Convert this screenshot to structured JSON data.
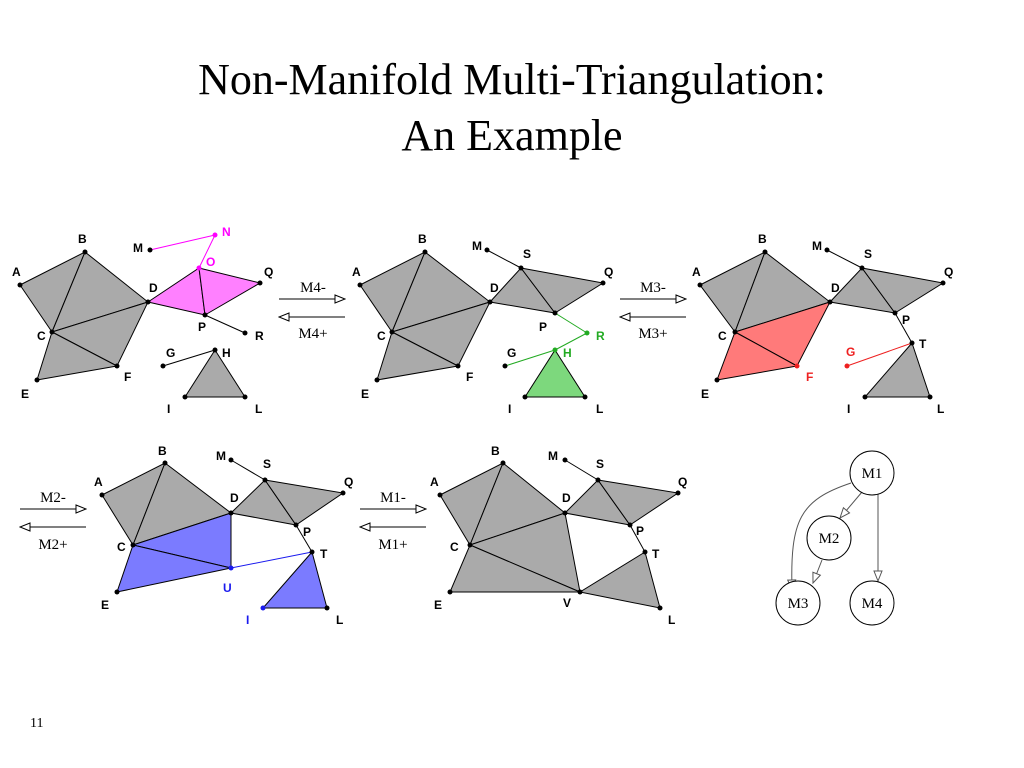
{
  "slide": {
    "title_line1": "Non-Manifold Multi-Triangulation:",
    "title_line2": "An Example",
    "page_number": "11"
  },
  "colors": {
    "gray_fill": "#aaaaaa",
    "magenta": "#ff00ff",
    "magenta_fill": "#ff80ff",
    "green": "#22aa22",
    "green_fill": "#7dd87d",
    "red": "#ee2020",
    "red_fill": "#ff7a7a",
    "blue": "#1a1aee",
    "blue_fill": "#7b7bff"
  },
  "panels": [
    {
      "id": "panel-1",
      "labels": [
        "A",
        "B",
        "C",
        "D",
        "E",
        "F",
        "M",
        "N",
        "O",
        "Q",
        "P",
        "R",
        "G",
        "H",
        "I",
        "L"
      ],
      "highlight_labels": [
        "N",
        "O"
      ]
    },
    {
      "id": "panel-2",
      "labels": [
        "A",
        "B",
        "C",
        "D",
        "E",
        "F",
        "M",
        "S",
        "Q",
        "P",
        "R",
        "G",
        "H",
        "I",
        "L"
      ],
      "highlight_labels": [
        "R",
        "H"
      ]
    },
    {
      "id": "panel-3",
      "labels": [
        "A",
        "B",
        "C",
        "D",
        "E",
        "F",
        "M",
        "S",
        "Q",
        "P",
        "T",
        "G",
        "I",
        "L"
      ],
      "highlight_labels": [
        "F",
        "G"
      ]
    },
    {
      "id": "panel-4",
      "labels": [
        "A",
        "B",
        "C",
        "D",
        "E",
        "M",
        "S",
        "Q",
        "P",
        "T",
        "U",
        "I",
        "L"
      ],
      "highlight_labels": [
        "U",
        "I"
      ]
    },
    {
      "id": "panel-5",
      "labels": [
        "A",
        "B",
        "C",
        "D",
        "E",
        "M",
        "S",
        "Q",
        "P",
        "T",
        "V",
        "L"
      ]
    }
  ],
  "transitions": [
    {
      "top": "M4-",
      "bottom": "M4+"
    },
    {
      "top": "M3-",
      "bottom": "M3+"
    },
    {
      "top": "M2-",
      "bottom": "M2+"
    },
    {
      "top": "M1-",
      "bottom": "M1+"
    }
  ],
  "dag": {
    "nodes": [
      "M1",
      "M2",
      "M3",
      "M4"
    ]
  }
}
